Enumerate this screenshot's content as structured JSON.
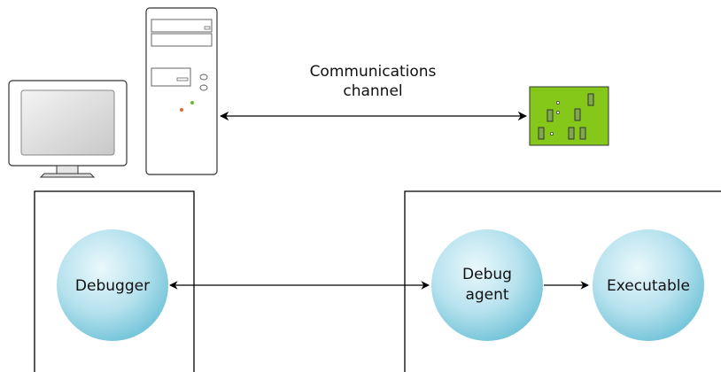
{
  "diagram": {
    "channel_label_line1": "Communications",
    "channel_label_line2": "channel",
    "nodes": {
      "debugger": "Debugger",
      "debug_agent_line1": "Debug",
      "debug_agent_line2": "agent",
      "executable": "Executable"
    }
  },
  "colors": {
    "node_fill_light": "#e6f6fb",
    "node_fill_dark": "#6fc2d7",
    "board_green": "#86c81a",
    "monitor_screen": "#d0d0d0",
    "line": "#000000"
  },
  "icons": {
    "host_monitor": "monitor-icon",
    "host_tower": "desktop-tower-icon",
    "target_board": "circuit-board-icon"
  }
}
